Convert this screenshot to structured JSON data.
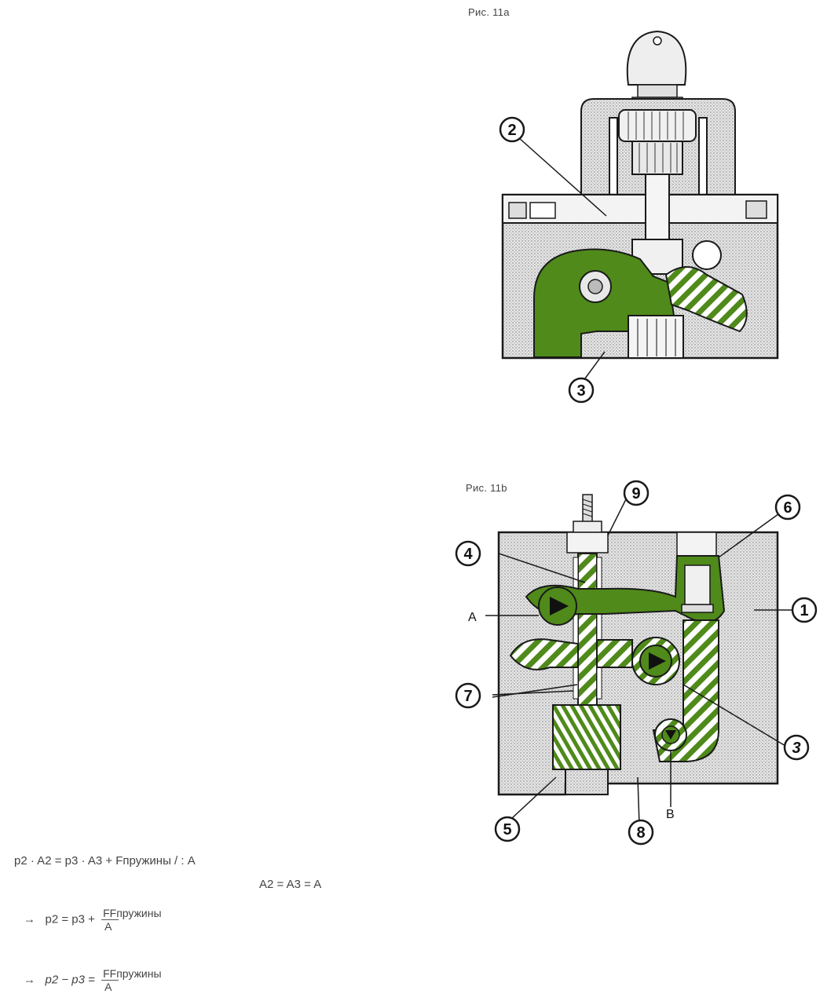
{
  "figures": [
    {
      "caption": "Рис. 11a",
      "callouts": [
        "2",
        "3"
      ]
    },
    {
      "caption": "Рис. 11b",
      "callouts": [
        "9",
        "6",
        "4",
        "1",
        "7",
        "3",
        "5",
        "8"
      ],
      "side_labels": [
        "A",
        "B"
      ]
    }
  ],
  "formulas": {
    "line1": {
      "left": "p2 · A2 = p3 · A3 + Fпружины / : A"
    },
    "line2": "A2 = A3 = A",
    "line3": {
      "arrow": "→",
      "lhs": "p2 = p3 +",
      "num": "FFпружины",
      "den": "A"
    },
    "line4": {
      "arrow": "→",
      "lhs": "p2 − p3 =",
      "num": "FFпружины",
      "den": "A"
    }
  },
  "colors": {
    "green": "#4f8a1a",
    "stipple": "#dcdcdc",
    "outline": "#1a1a1a"
  }
}
